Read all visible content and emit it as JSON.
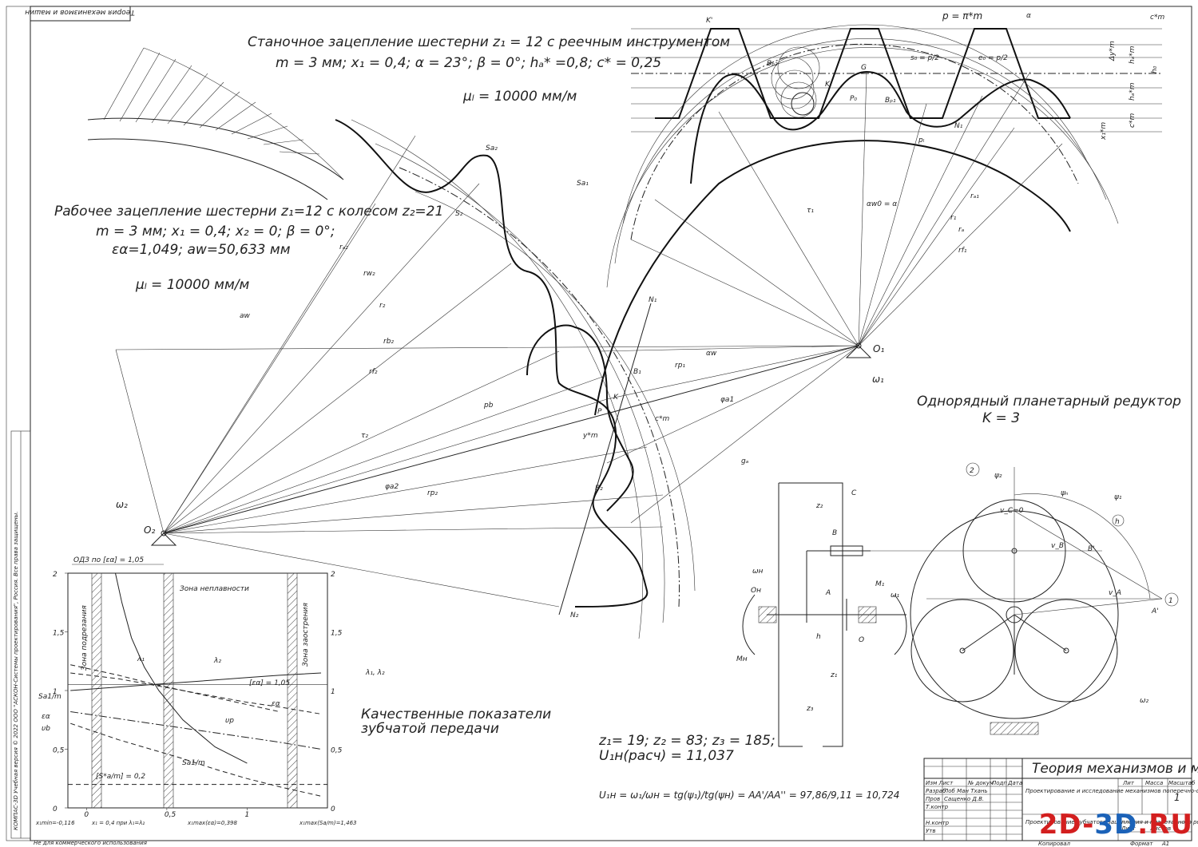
{
  "sheet": {
    "stamp_top": "Теория механизмов и машин",
    "bottom_note": "Не для коммерческого использования",
    "left_strip_license": "КОМПАС-3D Учебная версия © 2022 ООО \"АСКОН-Системы проектирования\", Россия. Все права защищены."
  },
  "machine_gear": {
    "title": "Станочное зацепление шестерни z₁ = 12 с реечным инструментом",
    "params": "m = 3 мм; x₁ = 0,4; α = 23°; β = 0°; hₐ* =0,8; c* = 0,25",
    "scale": "μₗ = 10000 мм/м",
    "rack_labels": [
      "p = π*m",
      "c*m",
      "Δy*m",
      "hₐ*m",
      "h₀",
      "hₐ*m",
      "x₁*m",
      "c*m",
      "s₀ = p/2",
      "e₀ = p/2",
      "P₀",
      "G",
      "K",
      "K'",
      "Bₚ₂",
      "Bₚ₁",
      "α",
      "N₁",
      "rₐ₁",
      "r₁",
      "rf₁",
      "rₐ",
      "αw0 = α",
      "τ₁",
      "pₗ"
    ]
  },
  "working_gear": {
    "title": "Рабочее зацепление шестерни z₁=12 с колесом z₂=21",
    "params": "m = 3 мм; x₁ = 0,4; x₂ = 0; β = 0°;",
    "params2": "εα=1,049; aw=50,633 мм",
    "scale": "μₗ = 10000 мм/м",
    "labels": [
      "O₁",
      "O₂",
      "ω₁",
      "ω₂",
      "aw",
      "N₁",
      "N₂",
      "B₁",
      "B₂",
      "P",
      "K",
      "αw",
      "φa1",
      "φa2",
      "pb",
      "c*m",
      "y*m",
      "τ₂",
      "rₐ₂",
      "rw₂",
      "r₂",
      "rb₂",
      "rf₂",
      "rp₁",
      "rp₂",
      "gₐ",
      "Sa₂",
      "S₂",
      "Sa₁"
    ]
  },
  "planetary": {
    "title": "Однорядный планетарный редуктор",
    "subtitle": "K = 3",
    "labels": [
      "C",
      "B",
      "A",
      "O",
      "Oн",
      "ωн",
      "Mн",
      "M₁",
      "ω₁",
      "h",
      "z₁",
      "z₂",
      "z₃",
      "2",
      "1",
      "h",
      "ψ₂",
      "ψₙ",
      "ψ₁",
      "v_C=0",
      "v_B",
      "v_A",
      "B'",
      "A'",
      "ω₂"
    ],
    "params": "z₁= 19; z₂ = 83; z₃ = 185;",
    "ratio_calc": "U₁н(расч) = 11,037",
    "ratio_formula": "U₁н = ω₁/ωн = tg(ψ₁)/tg(ψн) = AA'/AA'' = 97,86/9,11 = 10,724"
  },
  "quality_chart": {
    "title": "Качественные показатели",
    "title2": "зубчатой передачи",
    "top_label": "ОДЗ по [εα] = 1,05",
    "zones": [
      "Зона подрезания",
      "Зона неплавности",
      "Зона заострения"
    ],
    "y_left_ticks": [
      "0",
      "0,5",
      "1",
      "1,5",
      "2"
    ],
    "y_right_ticks": [
      "0",
      "0,5",
      "1",
      "1,5",
      "2"
    ],
    "x_ticks": [
      "0",
      "0,5",
      "1"
    ],
    "y_left_axis": [
      "Sa1/m",
      "εα",
      "υb"
    ],
    "y_right_axis": "λ₁, λ₂",
    "curve_labels": [
      "λ₁",
      "λ₂",
      "[εα] = 1,05",
      "εα",
      "υp",
      "Sa1/m",
      "[S*a/m] = 0,2"
    ],
    "x_marks": [
      "x₁min=-0,116",
      "x₁ = 0,4 при λ₁=λ₂",
      "x₁max(εα)=0,398",
      "x₁max(Sa/m)=1,463"
    ]
  },
  "chart_data": {
    "type": "line",
    "xlabel": "",
    "ylabel": "λ₁, λ₂",
    "xlim": [
      -0.116,
      1.5
    ],
    "ylim": [
      0,
      2
    ],
    "grid": false,
    "series": [
      {
        "name": "λ₁",
        "x": [
          -0.1,
          0.2,
          0.4,
          0.6,
          0.8,
          1.0,
          1.2
        ],
        "values": [
          1.22,
          1.13,
          1.06,
          1.0,
          0.94,
          0.88,
          0.82
        ]
      },
      {
        "name": "λ₂",
        "x": [
          -0.1,
          0.2,
          0.4,
          0.6,
          0.8,
          1.0,
          1.2,
          1.46
        ],
        "values": [
          1.0,
          1.03,
          1.05,
          1.07,
          1.09,
          1.11,
          1.13,
          1.15
        ]
      },
      {
        "name": "εα",
        "x": [
          -0.1,
          0.2,
          0.4,
          0.6,
          0.8,
          1.0,
          1.2,
          1.46
        ],
        "values": [
          1.15,
          1.1,
          1.05,
          1.0,
          0.95,
          0.9,
          0.86,
          0.8
        ]
      },
      {
        "name": "υp",
        "x": [
          -0.1,
          0.2,
          0.4,
          0.6,
          0.8,
          1.0,
          1.2,
          1.46
        ],
        "values": [
          0.82,
          0.76,
          0.72,
          0.68,
          0.64,
          0.6,
          0.56,
          0.5
        ]
      },
      {
        "name": "Sa1/m",
        "x": [
          -0.1,
          0.2,
          0.4,
          0.6,
          0.8,
          1.0,
          1.2,
          1.46
        ],
        "values": [
          0.72,
          0.58,
          0.5,
          0.42,
          0.33,
          0.25,
          0.18,
          0.1
        ]
      }
    ],
    "steep_curve": {
      "name": "λ₁",
      "x": [
        0.18,
        0.22,
        0.28,
        0.36,
        0.45,
        0.6,
        0.8,
        1.0
      ],
      "values": [
        2.0,
        1.75,
        1.45,
        1.2,
        1.0,
        0.75,
        0.52,
        0.38
      ]
    }
  },
  "title_block": {
    "main": "Теория механизмов и машин",
    "desc": "Проектирование и исследование механизмов поперечно-строгального станка с качающейся кулисой",
    "desc2": "Проектирование зубчатого зацепления и планетарного редуктора",
    "sheet_no": "1",
    "lit": "Лит",
    "mass": "Масса",
    "scale_h": "Масштаб",
    "list": "Лист",
    "lists": "Листов",
    "rows": [
      "Изм Лист",
      "№ докум",
      "Подп",
      "Дата",
      "Разраб",
      "Лоб Ман Тхань",
      "Пров",
      "Сащенко Д.В.",
      "Т.контр",
      "Н.контр",
      "Утв"
    ],
    "copy": "Копировал",
    "format": "Формат",
    "format_val": "А1"
  },
  "watermark": {
    "a": "2D-",
    "b": "3D",
    "c": ".RU"
  }
}
